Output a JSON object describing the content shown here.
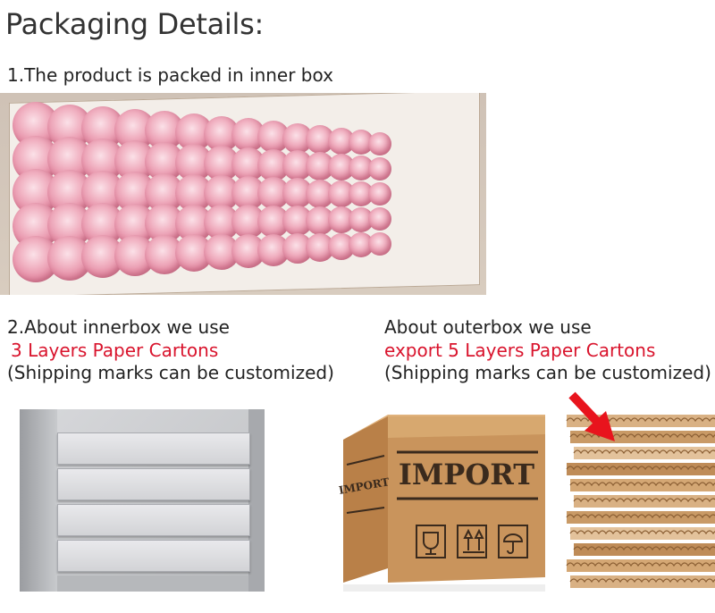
{
  "title": "Packaging Details:",
  "section1": {
    "text": "1.The product is packed in inner box"
  },
  "section2": {
    "line1": "2.About innerbox we use",
    "line2": "3 Layers Paper Cartons",
    "line3": "(Shipping marks can be customized)"
  },
  "section3": {
    "line1": "About outerbox we use",
    "line2": "export 5 Layers Paper Cartons",
    "line3": "(Shipping marks can be customized)"
  },
  "box_labels": {
    "front": "IMPORT",
    "side": "IMPORT"
  },
  "colors": {
    "accent_red": "#d9142d",
    "kraft": "#c9945c",
    "flower_pink": "#e48aa3"
  }
}
